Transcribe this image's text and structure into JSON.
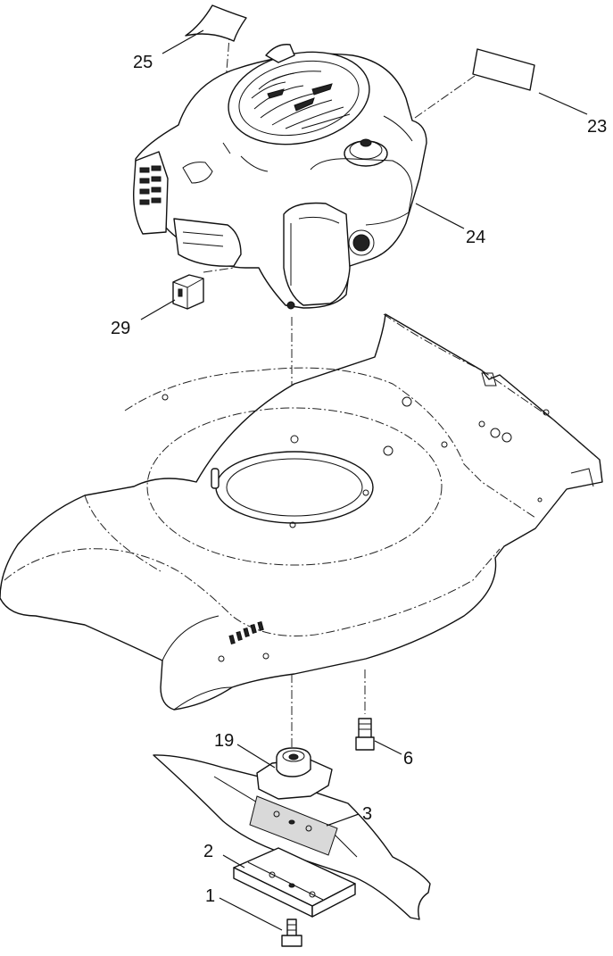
{
  "callouts": [
    {
      "id": "25",
      "label": "25"
    },
    {
      "id": "23",
      "label": "23"
    },
    {
      "id": "24",
      "label": "24"
    },
    {
      "id": "29",
      "label": "29"
    },
    {
      "id": "19",
      "label": "19"
    },
    {
      "id": "6",
      "label": "6"
    },
    {
      "id": "3",
      "label": "3"
    },
    {
      "id": "2",
      "label": "2"
    },
    {
      "id": "1",
      "label": "1"
    }
  ],
  "colors": {
    "line": "#111111",
    "background": "#ffffff"
  }
}
